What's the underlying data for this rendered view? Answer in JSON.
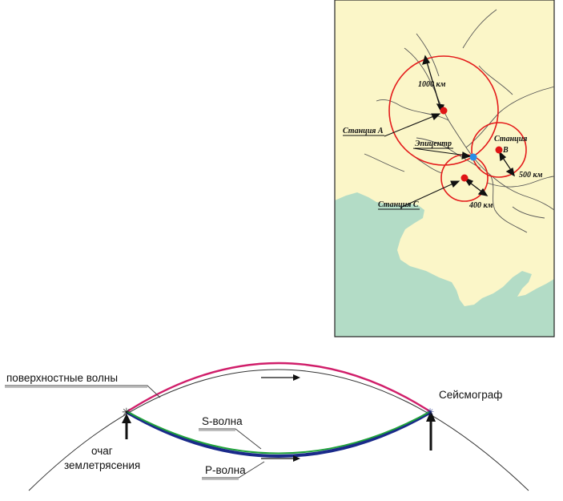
{
  "map": {
    "labels": {
      "station_a": "Станция А",
      "station_b_line1": "Станция",
      "station_b_line2": "В",
      "station_c": "Станция С",
      "epicenter": "Эпицентр"
    },
    "distances": {
      "a": "1000 км",
      "b": "500 км",
      "c": "400 км"
    },
    "colors": {
      "land": "#fbf6c8",
      "sea": "#b3dcc6",
      "circle": "#e41b1b",
      "station": "#e01616",
      "epicenter": "#2a8ee8"
    }
  },
  "diagram": {
    "labels": {
      "surface_waves": "поверхностные волны",
      "seismograph": "Сейсмограф",
      "s_wave": "S-волна",
      "p_wave": "Р-волна",
      "focus_line1": "очаг",
      "focus_line2": "землетрясения"
    },
    "colors": {
      "surface_wave": "#d01e6a",
      "s_wave": "#1fa23a",
      "p_wave": "#1a2a8a"
    }
  }
}
